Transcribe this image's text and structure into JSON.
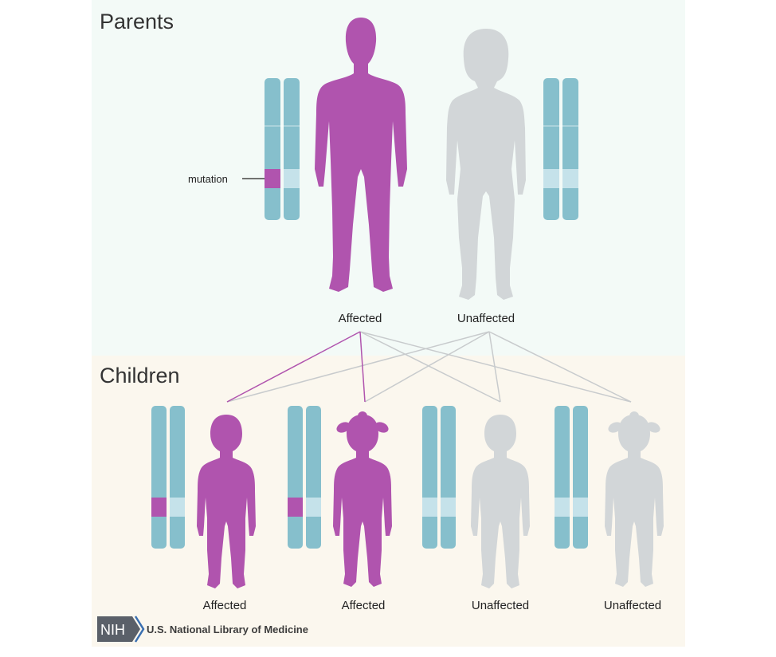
{
  "parents": {
    "title": "Parents",
    "father_label": "Affected",
    "mother_label": "Unaffected",
    "mutation_label": "mutation"
  },
  "children": {
    "title": "Children",
    "labels": [
      "Affected",
      "Affected",
      "Unaffected",
      "Unaffected"
    ]
  },
  "footer": {
    "logo_text": "NIH",
    "org_name": "U.S. National Library of Medicine"
  },
  "colors": {
    "affected": "#b054ae",
    "unaffected": "#d2d6d8",
    "chromosome": "#86bfcc",
    "chromosome_band": "#c5e2ea",
    "parents_bg": "#f3faf7",
    "children_bg": "#fbf7ee"
  }
}
